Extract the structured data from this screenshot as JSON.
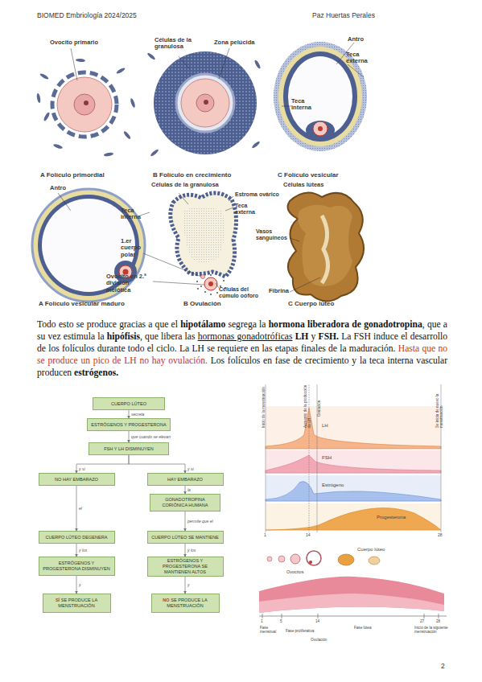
{
  "diagram": {
    "nodes": [
      {
        "text": [
          "CUERPO LÚTEO"
        ]
      },
      {
        "text": [
          "ESTRÓGENOS Y PROGESTERONA"
        ]
      },
      {
        "text": [
          "FSH Y LH DISMINUYEN"
        ]
      },
      {
        "text": [
          "NO HAY EMBARAZO"
        ]
      },
      {
        "text": [
          "HAY EMBARAZO"
        ]
      },
      {
        "text": [
          "GONADOTROPINA CORIÓNICA HUMANA"
        ]
      },
      {
        "text": [
          "CUERPO LÚTEO DEGENERA"
        ]
      },
      {
        "text": [
          "CUERPO LÚTEO SE MANTIENE"
        ]
      },
      {
        "text": [
          "ESTRÓGENOS Y PROGESTERONA DISMINUYEN"
        ]
      },
      {
        "text": [
          "ESTRÓGENOS Y PROGESTERONA SE MANTIENEN ALTOS"
        ]
      },
      {
        "text": [
          "SÍ",
          "SE PRODUCE LA MENSTRUACIÓN"
        ]
      },
      {
        "text": [
          "NO",
          "SE PRODUCE LA MENSTRUACIÓN"
        ]
      }
    ],
    "edges": [
      {
        "from": 0,
        "to": 1,
        "label": "secreta",
        "arrow": "to"
      },
      {
        "from": 1,
        "to": 2,
        "label": "que cuando se elevan",
        "arrow": "to"
      },
      {
        "from": 2,
        "to": 3,
        "label": "y si",
        "arrow": "to"
      },
      {
        "from": 2,
        "to": 4,
        "label": "y si",
        "arrow": "to"
      },
      {
        "from": 3,
        "to": 6,
        "label": "el",
        "arrow": "to"
      },
      {
        "from": 4,
        "to": 5,
        "label": "la",
        "arrow": "to"
      },
      {
        "from": 5,
        "to": 7,
        "label": "permite que el",
        "arrow": "to"
      },
      {
        "from": 6,
        "to": 8,
        "label": "y los",
        "arrow": "to"
      },
      {
        "from": 7,
        "to": 9,
        "label": "y los",
        "arrow": "to"
      },
      {
        "from": 8,
        "to": 10,
        "label": "y",
        "arrow": "to"
      },
      {
        "from": 9,
        "to": 11,
        "label": "y",
        "arrow": "to"
      }
    ],
    "labels": [
      "BIOMED Embriología 2024/2025",
      "Paz Huertas Perales",
      "Ovocito primario",
      "Células de la granulosa",
      "Zona pelúcida",
      "Antro",
      "Teca externa",
      "Teca interna",
      "A Folículo primordial",
      "B Folículo en crecimiento",
      "C Folículo vesicular",
      "Células lúteas",
      "Antro",
      "Células de la granulosa",
      "Estroma ovárico",
      "Teca interna",
      "Teca externa",
      "Vasos sanguíneos",
      "1.er cuerpo polar",
      "Ovocito en 2.ª división meiótica",
      "Células del cúmulo oóforo",
      "Fibrina",
      "A Folículo vesicular maduro",
      "B Ovulación",
      "C Cuerpo lúteo",
      "Todo esto se produce gracias a que el",
      "hipotálamo",
      "segrega la",
      "hormona liberadora de gonadotropina",
      ", que a su vez estimula la",
      "hipófisis",
      ", que libera las",
      "hormonas gonadotróficas",
      "LH",
      "y",
      "FSH.",
      "La FSH induce el desarrollo de los folículos durante todo el ciclo. La LH se requiere en las etapas finales de la maduración.",
      "Hasta que no se produce un pico de LH no hay ovulación.",
      "Los folículos en fase de crecimiento y la teca interna vascular producen",
      "estrógenos.",
      "Inicio de la menstruación",
      "Aumento de la producción de LH",
      "Ovulación",
      "Se inicia de nuevo la menstruación",
      "LH",
      "FSH",
      "Estrógeno",
      "Progesterona",
      "1",
      "14",
      "28",
      "Cuerpo lúteo",
      "Ovocitos",
      "Fase menstrual",
      "Fase proliferativa",
      "Fase lútea",
      "Inicio de la siguiente menstruación",
      "1",
      "5",
      "14",
      "27",
      "28",
      "Ovulación",
      "2"
    ]
  }
}
